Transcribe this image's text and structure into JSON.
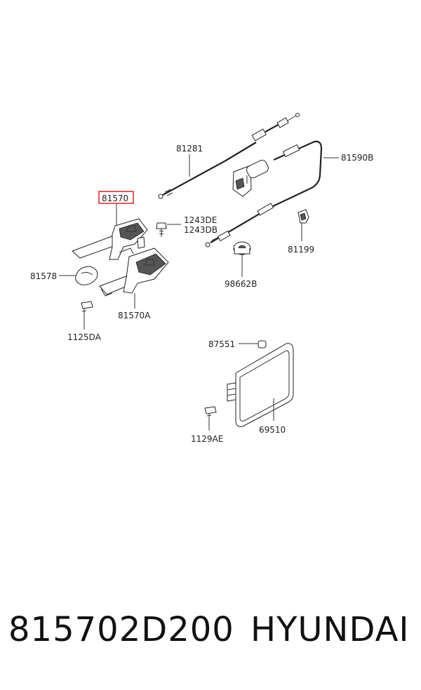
{
  "diagram": {
    "labels": {
      "l81281": "81281",
      "l81590B": "81590B",
      "l81570": "81570",
      "l1243DE": "1243DE",
      "l1243DB": "1243DB",
      "l81199": "81199",
      "l81578": "81578",
      "l98662B": "98662B",
      "l81570A": "81570A",
      "l1125DA": "1125DA",
      "l87551": "87551",
      "l1129AE": "1129AE",
      "l69510": "69510"
    },
    "highlighted_part": "81570",
    "highlight_color": "#e02020"
  },
  "footer": {
    "part_number": "815702D200",
    "brand": "HYUNDAI"
  }
}
